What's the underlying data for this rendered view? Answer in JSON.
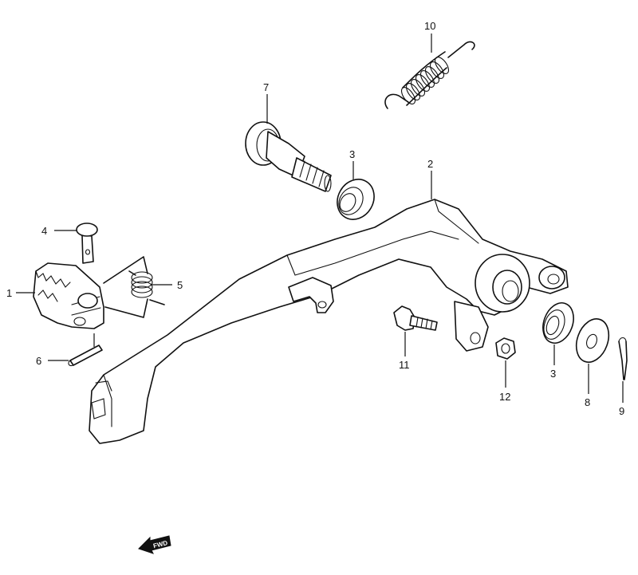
{
  "callouts": {
    "p1": "1",
    "p2": "2",
    "p3a": "3",
    "p3b": "3",
    "p4": "4",
    "p5": "5",
    "p6": "6",
    "p7": "7",
    "p8": "8",
    "p9": "9",
    "p10": "10",
    "p11": "11",
    "p12": "12"
  },
  "direction_indicator": {
    "label": "FWD"
  }
}
